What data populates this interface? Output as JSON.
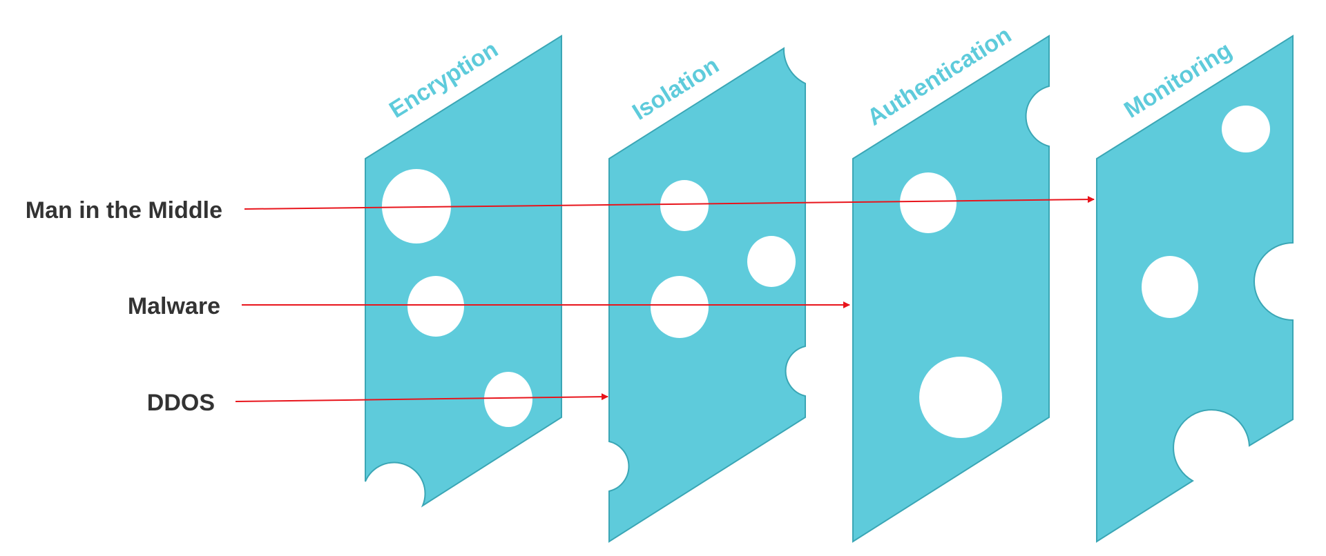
{
  "colors": {
    "slice_fill": "#5ECBDB",
    "slice_edge": "#3AA6B5",
    "label": "#5ECBDB",
    "threat_text": "#333333",
    "arrow": "#E8141B"
  },
  "layers": [
    {
      "label": "Encryption"
    },
    {
      "label": "Isolation"
    },
    {
      "label": "Authentication"
    },
    {
      "label": "Monitoring"
    }
  ],
  "threats": [
    {
      "label": "Man in the Middle"
    },
    {
      "label": "Malware"
    },
    {
      "label": "DDOS"
    }
  ]
}
